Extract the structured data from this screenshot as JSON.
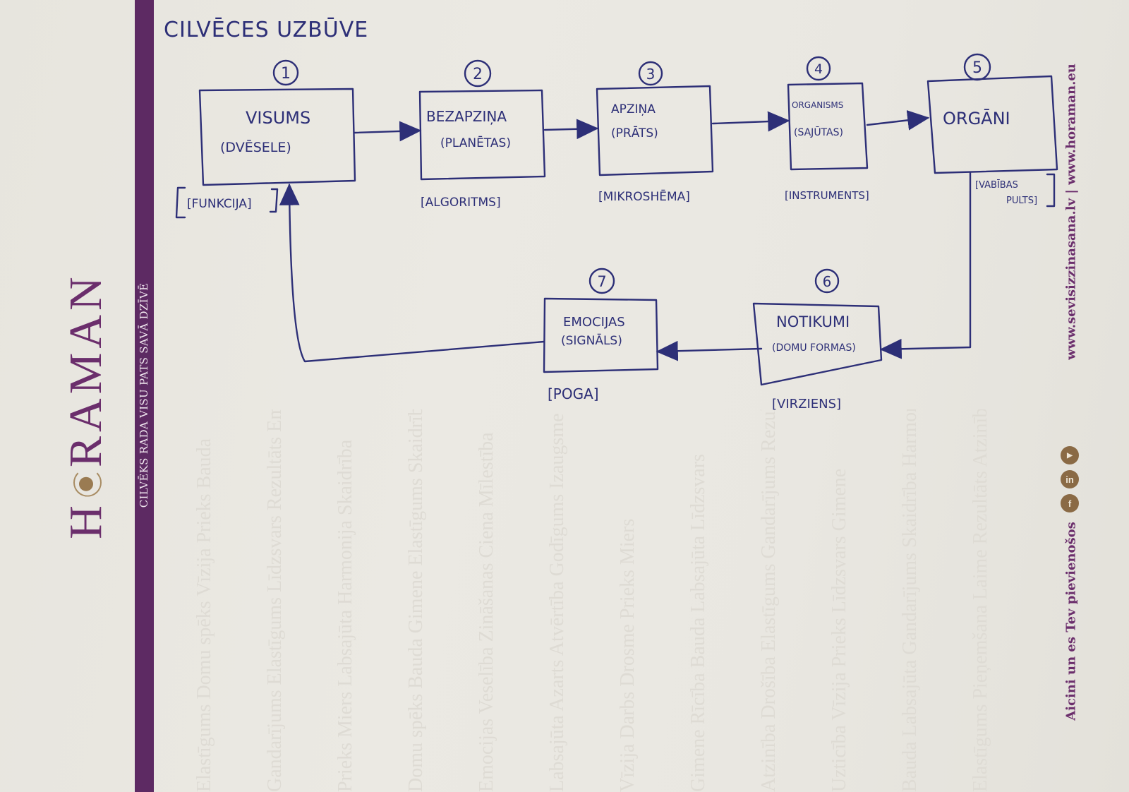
{
  "brand": {
    "logo": "HORAMAN",
    "tagline": "CILVĒKS RADA VISU PATS SAVĀ DZĪVĒ",
    "website": "www.sevisizzinasana.lv  |  www.horaman.eu",
    "invite": "Aicini un es Tev pievienošos",
    "social_icons": [
      "facebook-icon",
      "linkedin-icon",
      "youtube-icon"
    ],
    "social_glyphs": [
      "f",
      "in",
      "▶"
    ],
    "colors": {
      "purple": "#5d2a63",
      "gold": "#8a6a45",
      "ink": "#2d2f77"
    }
  },
  "diagram": {
    "title": "CILVĒCES UZBŪVE",
    "nodes": [
      {
        "number": "1",
        "title": "VISUMS",
        "subtitle": "(DVĒSELE)",
        "tag": "[FUNKCIJA]"
      },
      {
        "number": "2",
        "title": "BEZAPZIŅA",
        "subtitle": "(PLANĒTAS)",
        "tag": "[ALGORITMS]"
      },
      {
        "number": "3",
        "title": "APZIŅA",
        "subtitle": "(PRĀTS)",
        "tag": "[MIKROSHĒMA]"
      },
      {
        "number": "4",
        "title": "ORGANISMS",
        "subtitle": "(SAJŪTAS)",
        "tag": "[INSTRUMENTS]"
      },
      {
        "number": "5",
        "title": "ORGĀNI",
        "subtitle": "",
        "tag_line1": "[VABĪBAS",
        "tag_line2": "PULTS]"
      },
      {
        "number": "6",
        "title": "NOTIKUMI",
        "subtitle": "(DOMU FORMAS)",
        "tag": "[VIRZIENS]"
      },
      {
        "number": "7",
        "title": "EMOCIJAS",
        "subtitle": "(SIGNĀLS)",
        "tag": "[POGA]"
      }
    ],
    "edges": [
      {
        "from": "1",
        "to": "2"
      },
      {
        "from": "2",
        "to": "3"
      },
      {
        "from": "3",
        "to": "4"
      },
      {
        "from": "4",
        "to": "5"
      },
      {
        "from": "5",
        "to": "6"
      },
      {
        "from": "6",
        "to": "7"
      },
      {
        "from": "7",
        "to": "1"
      }
    ]
  },
  "watermark_words": [
    "Elastīgums  Domu spēks  Vīzija  Prieks  Bauda",
    "Gandarījums  Elastīgums  Līdzsvars  Rezultāts  Emocijas",
    "Prieks  Miers  Labsajūta  Harmonija  Skaidrība",
    "Domu spēks  Bauda  Gimene  Elastīgums  Skaidrība",
    "Emocijas  Veselība  Zināšanas  Ciena  Mīlestība",
    "Labsajūta  Azarts  Atvērtība  Godīgums  Izaugsme",
    "Vīzija  Darbs  Drosme  Prieks  Miers",
    "Gimene  Rīcība  Bauda  Labsajūta  Līdzsvars",
    "Atzinība  Drošība  Elastīgums  Gandarījums  Rezultāts",
    "Uzticība  Vīzija  Prieks  Līdzsvars  Gimene",
    "Bauda  Labsajūta  Gandarījums  Skaidrība  Harmonija",
    "Elastīgums  Pieņemšana  Laime  Rezultāts  Atzinība"
  ]
}
